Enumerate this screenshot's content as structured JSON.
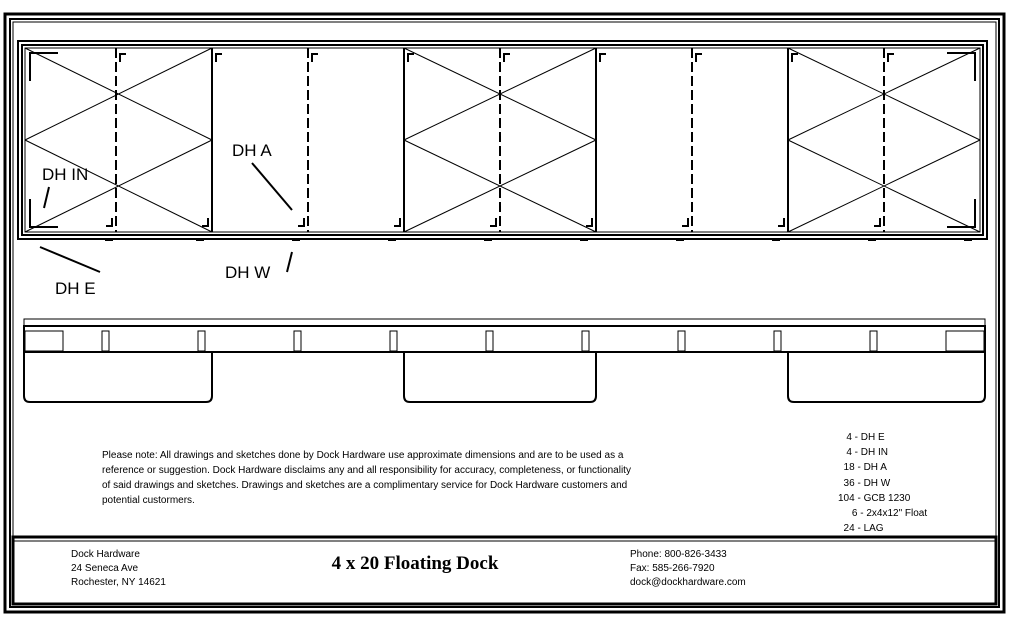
{
  "labels": {
    "dh_in": "DH IN",
    "dh_a": "DH A",
    "dh_e": "DH E",
    "dh_w": "DH W"
  },
  "note": "Please note: All drawings and sketches done by Dock Hardware use approximate dimensions and are to be used as a reference or suggestion. Dock Hardware disclaims any and all responsibility for accuracy, completeness, or functionality of said drawings and sketches. Drawings and sketches are a complimentary service for Dock Hardware customers and potential custormers.",
  "bill_of_materials": [
    "   4 - DH E",
    "   4 - DH IN",
    "  18 - DH A",
    "  36 - DH W",
    "104 - GCB 1230",
    "     6 - 2x4x12\" Float",
    "  24 - LAG"
  ],
  "title_block": {
    "company": "Dock Hardware",
    "street": "24 Seneca Ave",
    "city": "Rochester, NY 14621",
    "title": "4 x 20 Floating Dock",
    "phone": "Phone: 800-826-3433",
    "fax": "Fax: 585-266-7920",
    "email": "dock@dockhardware.com"
  }
}
